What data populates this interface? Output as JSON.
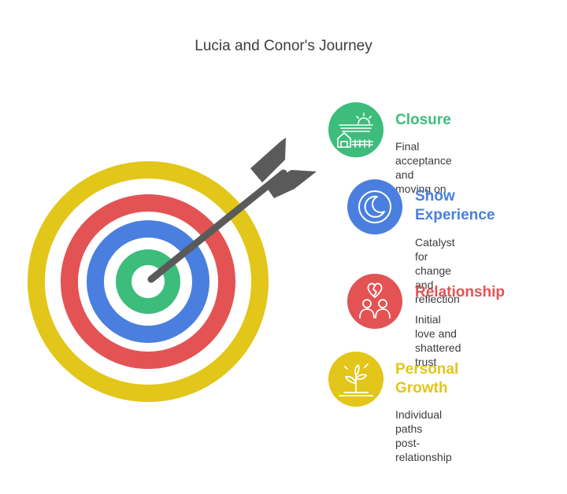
{
  "title": "Lucia and Conor's Journey",
  "colors": {
    "yellow": "#e2c619",
    "red": "#e35354",
    "blue": "#4a7fe0",
    "green": "#3dbd7b",
    "arrow": "#5a5a5a"
  },
  "items": [
    {
      "title": "Closure",
      "desc_line1": "Final acceptance",
      "desc_line2": "and moving on",
      "color": "#3dbd7b",
      "icon": "sunrise-farm-icon"
    },
    {
      "title_line1": "Show",
      "title_line2": "Experience",
      "desc_line1": "Catalyst for change",
      "desc_line2": "and reflection",
      "color": "#4a7fe0",
      "icon": "moon-icon"
    },
    {
      "title": "Relationship",
      "desc_line1": "Initial love and",
      "desc_line2": "shattered trust",
      "color": "#e35354",
      "icon": "broken-heart-couple-icon"
    },
    {
      "title_line1": "Personal",
      "title_line2": "Growth",
      "desc_line1": "Individual paths",
      "desc_line2": "post-relationship",
      "color": "#e2c619",
      "icon": "sprouting-plant-icon"
    }
  ]
}
